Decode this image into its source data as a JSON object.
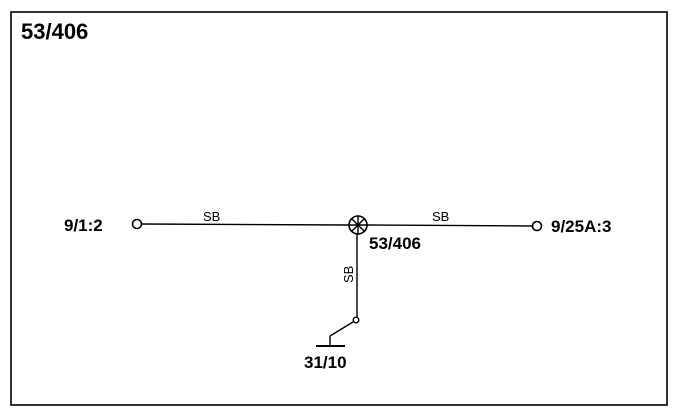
{
  "diagram": {
    "title": "53/406",
    "connectors": {
      "left": "9/1:2",
      "right": "9/25A:3"
    },
    "component": {
      "label": "53/406"
    },
    "wires": {
      "left": "SB",
      "right": "SB",
      "down": "SB"
    },
    "ground": {
      "label": "31/10"
    }
  },
  "colors": {
    "ink": "#000000",
    "background": "#ffffff"
  },
  "icons": {
    "component": "lamp-symbol-icon",
    "terminal": "open-circle-terminal-icon",
    "ground": "ground-switch-icon"
  }
}
